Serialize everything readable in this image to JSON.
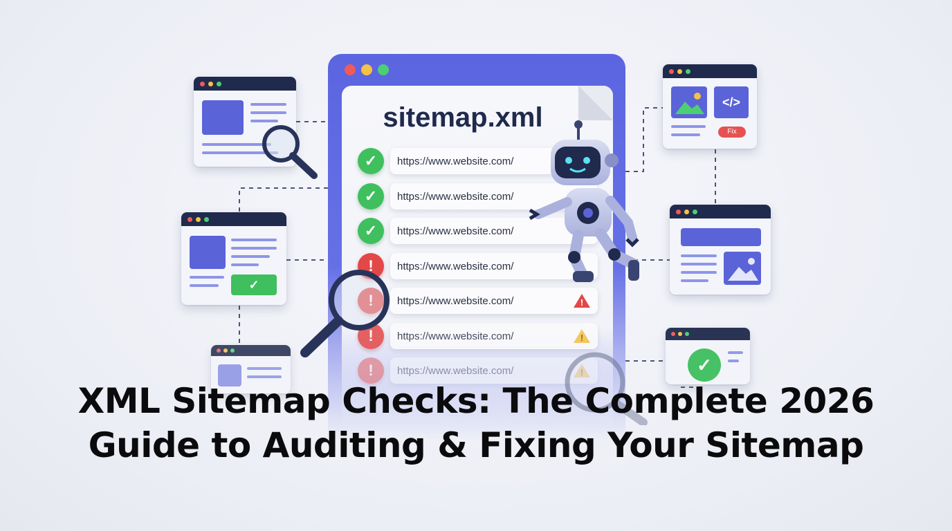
{
  "document": {
    "title": "sitemap.xml",
    "rows": [
      {
        "url": "https://www.website.com/",
        "status": "ok",
        "flag": "none"
      },
      {
        "url": "https://www.website.com/",
        "status": "ok",
        "flag": "none"
      },
      {
        "url": "https://www.website.com/",
        "status": "ok",
        "flag": "none"
      },
      {
        "url": "https://www.website.com/",
        "status": "error",
        "flag": "none"
      },
      {
        "url": "https://www.website.com/",
        "status": "error",
        "flag": "red-warning"
      },
      {
        "url": "https://www.website.com/",
        "status": "error",
        "flag": "yellow-warning"
      },
      {
        "url": "https://www.website.com/",
        "status": "error",
        "flag": "yellow-warning"
      }
    ]
  },
  "side_cards": {
    "fix_label": "Fix",
    "code_icon": "</>"
  },
  "headline": {
    "line1": "XML Sitemap Checks: The Complete 2026",
    "line2": "Guide to Auditing & Fixing Your Sitemap"
  },
  "colors": {
    "accent": "#5b63d8",
    "navy": "#1f2a4d",
    "ok": "#3fbf5e",
    "error": "#e34848",
    "warning": "#f5c244"
  }
}
